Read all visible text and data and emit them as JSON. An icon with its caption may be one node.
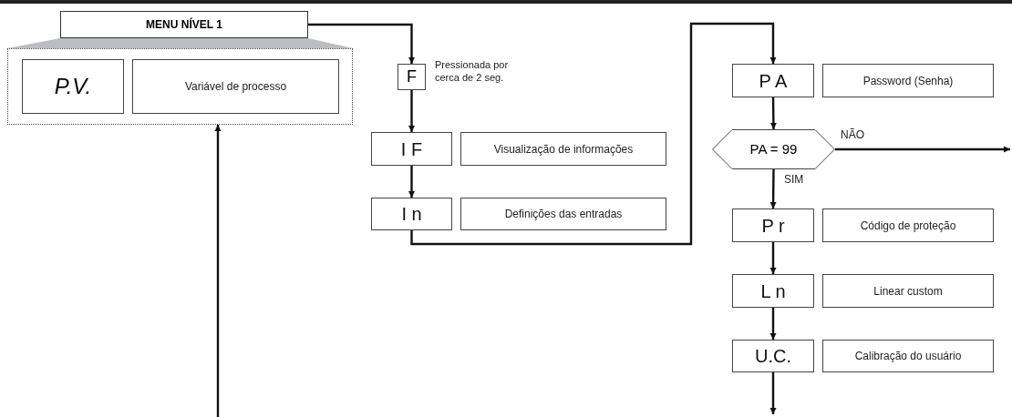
{
  "diagram": {
    "nodes": [
      {
        "text": [
          "MENU NÍVEL 1"
        ]
      },
      {
        "text": [],
        "shape": "box"
      },
      {
        "text": [
          "P.V."
        ],
        "in": 1
      },
      {
        "text": [
          "Variável de processo"
        ],
        "in": 1
      },
      {
        "text": [
          "F"
        ],
        "beside": [
          "Pressionada por cerca de 2 seg."
        ]
      },
      {
        "text": [
          "I F"
        ]
      },
      {
        "text": [
          "Visualização de informações"
        ]
      },
      {
        "text": [
          "I n"
        ]
      },
      {
        "text": [
          "Definições das entradas"
        ]
      },
      {
        "text": [
          "P A"
        ]
      },
      {
        "text": [
          "Password (Senha)"
        ]
      },
      {
        "text": [
          "PA = 99"
        ]
      },
      {
        "text": [
          "P r"
        ]
      },
      {
        "text": [
          "Código de proteção"
        ]
      },
      {
        "text": [
          "L n"
        ]
      },
      {
        "text": [
          "Linear custom"
        ]
      },
      {
        "text": [
          "U.C."
        ]
      },
      {
        "text": [
          "Calibração do usuário"
        ]
      }
    ],
    "edges": [
      {
        "from": 0,
        "to": 4,
        "arrow": "to"
      },
      {
        "from": 4,
        "to": 5,
        "arrow": "to"
      },
      {
        "from": 5,
        "to": 7,
        "arrow": "to"
      },
      {
        "from": 7,
        "to": 9,
        "arrow": "to"
      },
      {
        "from": 9,
        "to": 11,
        "arrow": "to"
      },
      {
        "from": 11,
        "to": null,
        "arrow": "to",
        "label": "NÃO"
      },
      {
        "from": 11,
        "to": 12,
        "arrow": "to",
        "label": "SIM"
      },
      {
        "from": 12,
        "to": 14,
        "arrow": "to"
      },
      {
        "from": 14,
        "to": 16,
        "arrow": "to"
      },
      {
        "from": 16,
        "to": null,
        "arrow": "to"
      },
      {
        "from": null,
        "to": 1,
        "arrow": "to"
      }
    ]
  }
}
